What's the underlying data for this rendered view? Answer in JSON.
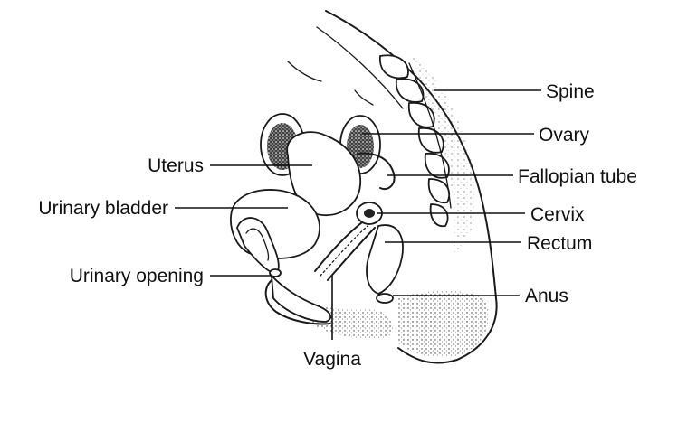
{
  "diagram": {
    "labels": {
      "spine": "Spine",
      "ovary": "Ovary",
      "uterus": "Uterus",
      "fallopian_tube": "Fallopian tube",
      "urinary_bladder": "Urinary bladder",
      "cervix": "Cervix",
      "rectum": "Rectum",
      "urinary_opening": "Urinary opening",
      "anus": "Anus",
      "vagina": "Vagina"
    }
  }
}
